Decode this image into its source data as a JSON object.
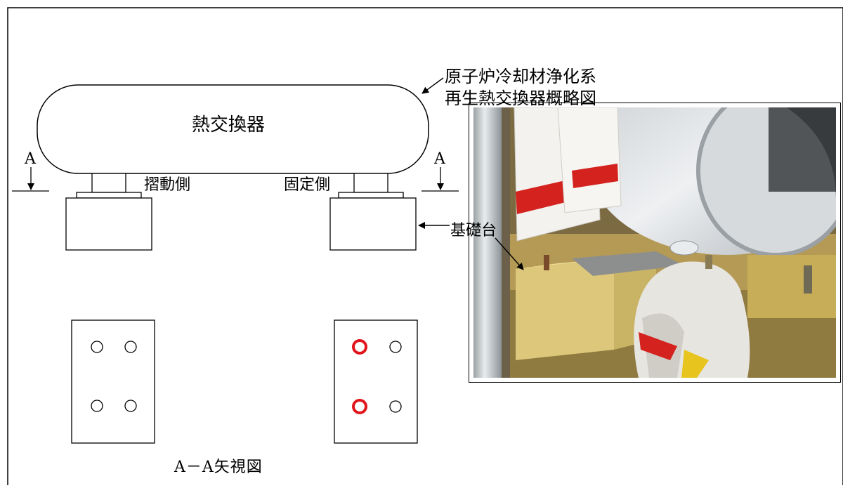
{
  "title": {
    "line1": "原子炉冷却材浄化系",
    "line2": "再生熱交換器概略図"
  },
  "heat_exchanger_label": "熱交換器",
  "section_marker_left": "A",
  "section_marker_right": "A",
  "sliding_side_label": "摺動側",
  "fixed_side_label": "固定側",
  "foundation_label": "基礎台",
  "view_label": "A－A矢視図",
  "colors": {
    "highlight_bolt": "#e0161c",
    "line": "#000000",
    "photo_insulation": "#d9d9d4",
    "photo_foundation": "#d9c679"
  }
}
